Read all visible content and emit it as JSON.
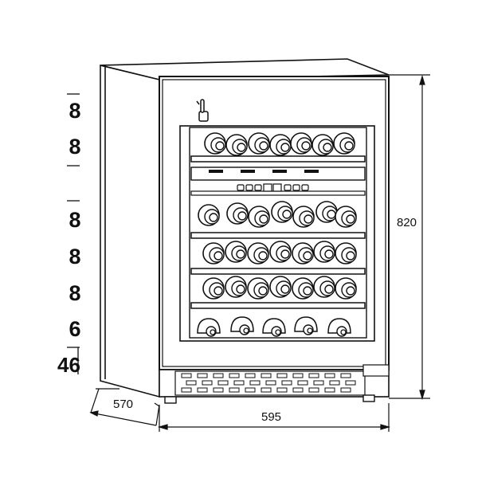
{
  "dimensions": {
    "height": "820",
    "width": "595",
    "depth": "570"
  },
  "capacity": {
    "rows": [
      "8",
      "8",
      "8",
      "8",
      "8",
      "6"
    ],
    "total": "46"
  },
  "icons": {
    "door_push": "touch-hand-icon",
    "control_panel": "control-panel-buttons"
  }
}
